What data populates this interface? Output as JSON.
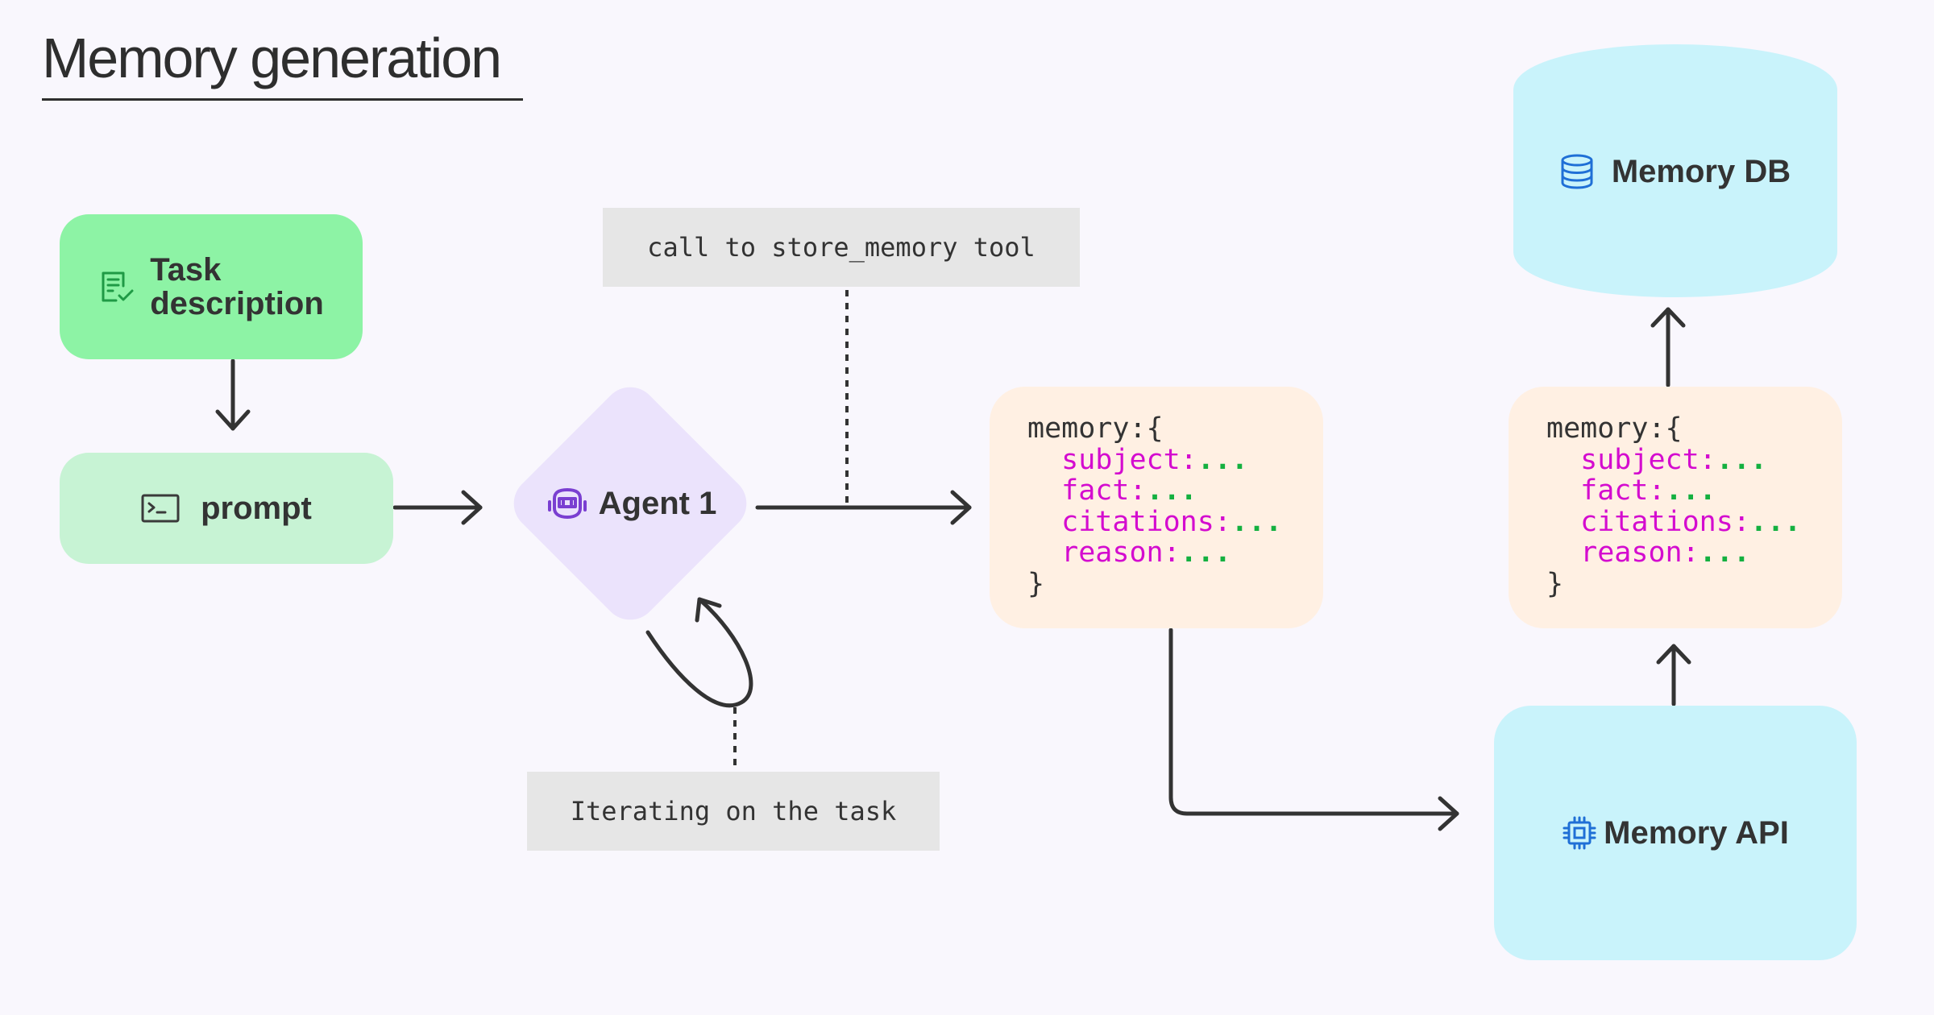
{
  "title": "Memory generation",
  "nodes": {
    "task": {
      "line1": "Task",
      "line2": "description",
      "icon": "document-check-icon"
    },
    "prompt": {
      "label": "prompt",
      "icon": "terminal-icon"
    },
    "agent": {
      "label": "Agent 1",
      "icon": "robot-icon"
    },
    "memory_db": {
      "label": "Memory DB",
      "icon": "database-icon"
    },
    "memory_api": {
      "label": "Memory API",
      "icon": "cpu-chip-icon"
    }
  },
  "memory_object": {
    "open": "memory:{",
    "fields": [
      {
        "key": "subject:",
        "value": "..."
      },
      {
        "key": "fact:",
        "value": "..."
      },
      {
        "key": "citations:",
        "value": "..."
      },
      {
        "key": "reason:",
        "value": "..."
      }
    ],
    "close": "}"
  },
  "notes": {
    "top": "call to store_memory tool",
    "bottom": "Iterating on the task"
  },
  "colors": {
    "task": "#8df3a5",
    "prompt": "#c7f3d4",
    "agent": "#ebe3fc",
    "memory_box": "#fff0e3",
    "storage": "#c9f3fb",
    "note": "#e6e6e6",
    "code_key": "#d40ccf",
    "code_value": "#14b040",
    "arrow": "#333333"
  }
}
